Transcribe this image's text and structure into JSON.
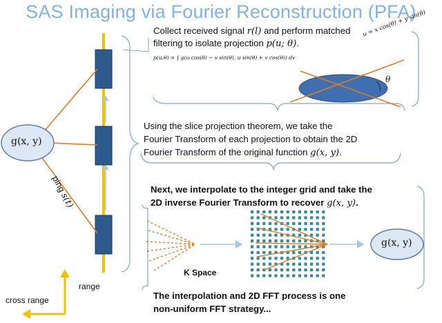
{
  "title": "SAS Imaging via Fourier Reconstruction (PFA)",
  "step1": {
    "line1_pre": "Collect received signal ",
    "line1_math": "r(l)",
    "line1_post": " and perform matched",
    "line2_pre": "filtering to isolate projection ",
    "line2_math": "p(u; θ)",
    "line2_post": ".",
    "formula": "p(u;θ) = ∫ g(u cos(θ) − v sin(θ), u sin(θ) + v cos(θ)) dv",
    "rotation_eq": "u = x cos(θ) + y sin(θ)",
    "theta": "θ"
  },
  "step2": {
    "line1": "Using the slice projection theorem, we take the",
    "line2": "Fourier Transform of each projection  to obtain the 2D",
    "line3_pre": "Fourier Transform of the original function ",
    "line3_math": "g(x, y)",
    "line3_post": "."
  },
  "step3": {
    "line1": "Next, we interpolate to the integer grid and take the",
    "line2_pre": "2D inverse Fourier Transform to recover ",
    "line2_math": "g(x, y)",
    "line2_post": "."
  },
  "step4": {
    "line1": "The interpolation and 2D FFT process is one",
    "line2": "non-uniform FFT strategy..."
  },
  "labels": {
    "g_left": "g(x, y)",
    "g_right": "g(x, y)",
    "ping": "ping ",
    "ping_math": "s(t)",
    "kspace": "K Space",
    "range": "range",
    "cross_range": "cross range"
  },
  "colors": {
    "title": "#7fb2e5",
    "orange": "#e07a1e",
    "blue_fill": "#2d5a8c",
    "ellipse_fill": "#3f6fb0",
    "yellow": "#f2c100",
    "grid_dots": "#2e8c9c",
    "arrow_blue": "#a8c6e6",
    "bracket": "#7fa7cc"
  }
}
